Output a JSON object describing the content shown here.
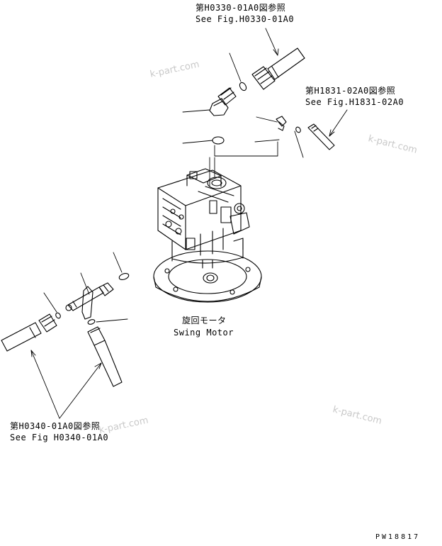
{
  "references": {
    "top_jp": "第H0330-01A0図参照",
    "top_en": "See Fig.H0330-01A0",
    "right_jp": "第H1831-02A0図参照",
    "right_en": "See Fig.H1831-02A0",
    "bottom_jp": "第H0340-01A0図参照",
    "bottom_en": "See Fig H0340-01A0"
  },
  "component": {
    "name_jp": "旋回モータ",
    "name_en": "Swing Motor"
  },
  "watermark": "k-part.com",
  "drawing_code": "PW18817",
  "colors": {
    "line": "#000000",
    "watermark": "#c9c9c9"
  }
}
